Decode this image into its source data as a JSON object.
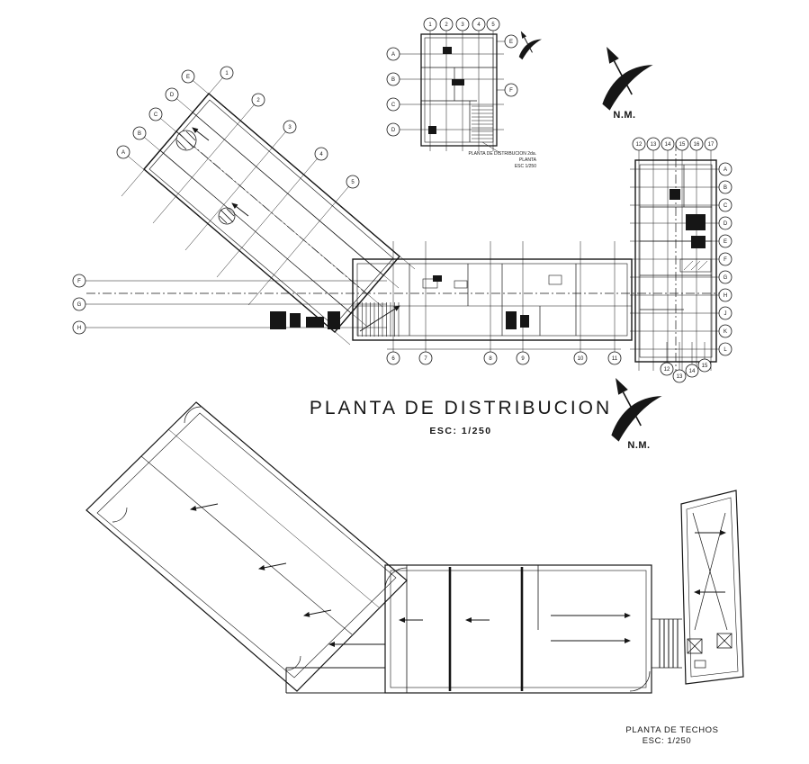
{
  "app": {
    "background": "#ffffff",
    "ink": "#161616"
  },
  "distribution_plan": {
    "title": "PLANTA DE DISTRIBUCION",
    "scale": "ESC: 1/250"
  },
  "roof_plan": {
    "title": "PLANTA DE TECHOS",
    "scale": "ESC: 1/250"
  },
  "detail_plan": {
    "caption": [
      "PLANTA DE DISTRIBUCION 2da.",
      "PLANTA",
      "ESC 1/250"
    ]
  },
  "north_arrow": {
    "label": "N.M."
  },
  "grid": {
    "diagonal_cols": [
      "1",
      "2",
      "3",
      "4",
      "5"
    ],
    "diagonal_rows": [
      "A",
      "B",
      "C",
      "D",
      "E"
    ],
    "left_rows": [
      "F",
      "G",
      "H"
    ],
    "bottom_cols": [
      "6",
      "7",
      "8",
      "9",
      "10",
      "11"
    ],
    "right_top_cols": [
      "12",
      "13",
      "14",
      "15",
      "16",
      "17"
    ],
    "right_side_rows": [
      "A",
      "B",
      "C",
      "D",
      "E",
      "F",
      "G",
      "H",
      "J",
      "K",
      "L"
    ],
    "right_bottom_cluster": [
      "12",
      "13",
      "14",
      "15"
    ],
    "detail_top": [
      "1",
      "2",
      "3",
      "4",
      "5"
    ],
    "detail_left": [
      "A",
      "B",
      "C",
      "D"
    ],
    "detail_right": [
      "E",
      "F"
    ]
  }
}
